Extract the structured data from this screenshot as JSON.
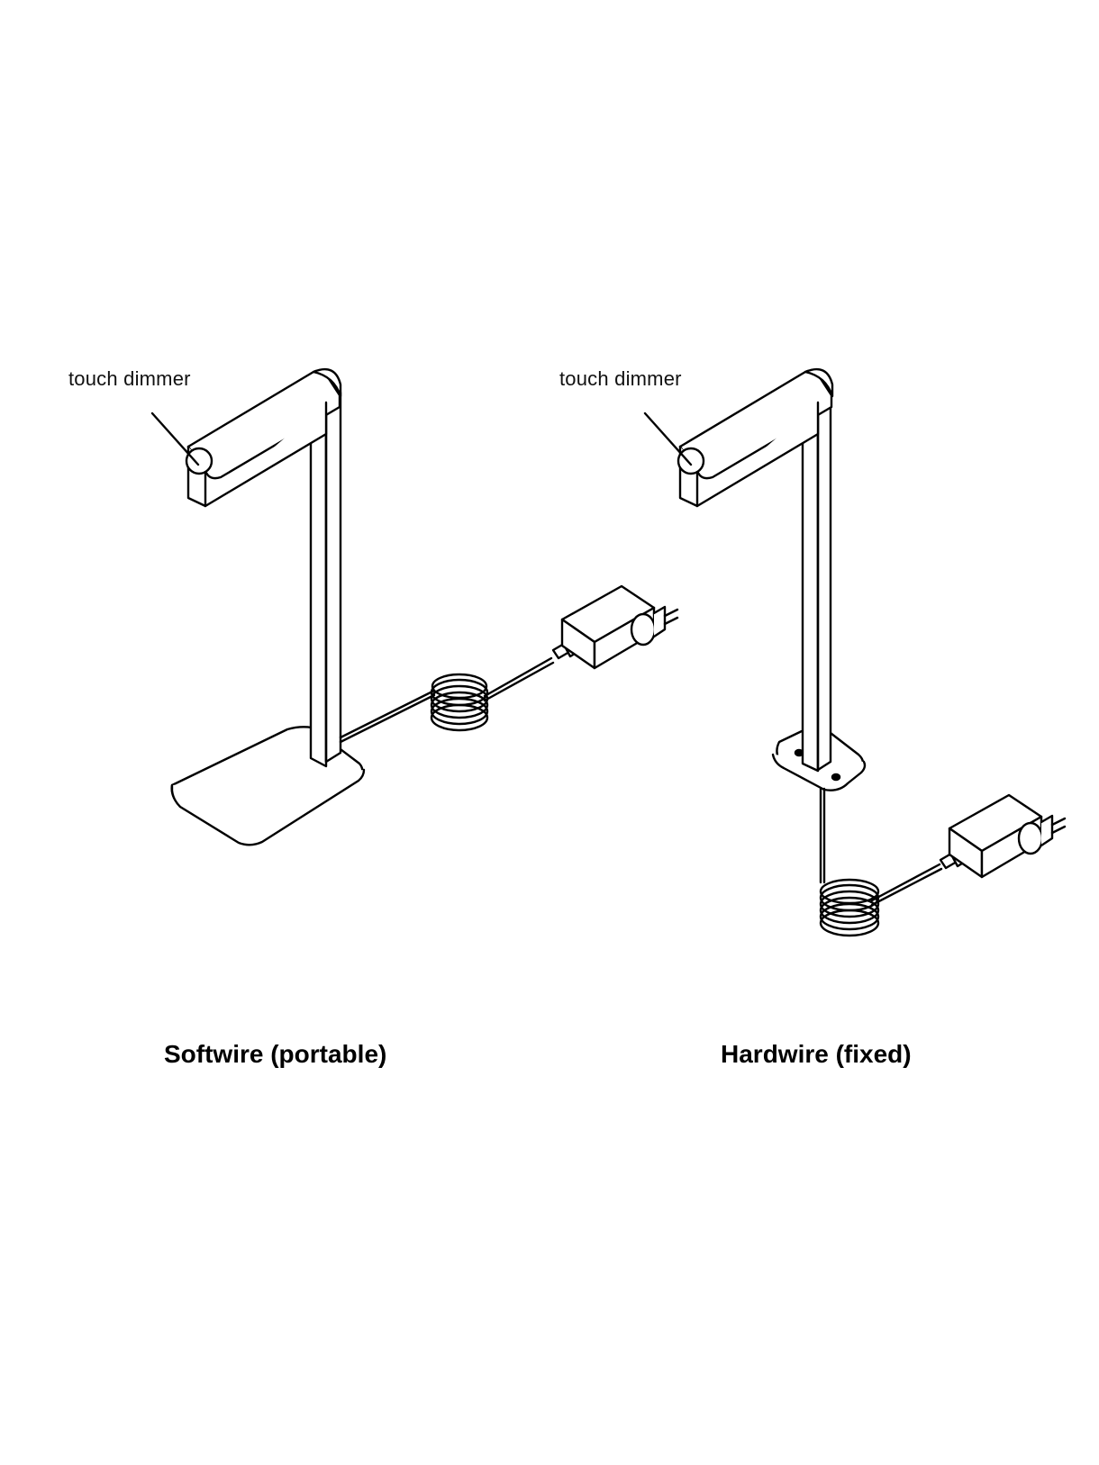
{
  "figure": {
    "left": {
      "callout": "touch dimmer",
      "caption": "Softwire (portable)"
    },
    "right": {
      "callout": "touch dimmer",
      "caption": "Hardwire (fixed)"
    }
  },
  "colors": {
    "stroke": "#000000",
    "background": "#ffffff"
  }
}
